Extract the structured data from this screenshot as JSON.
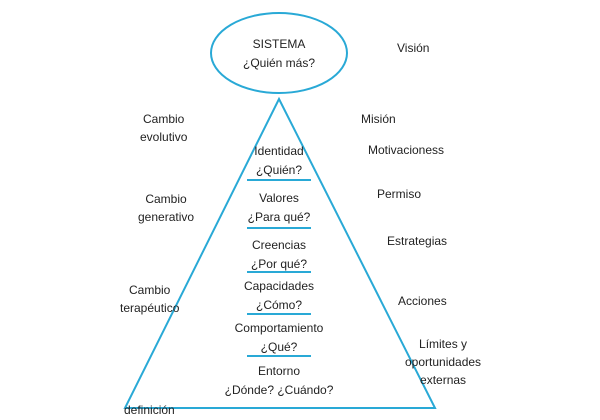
{
  "colors": {
    "outline": "#29a9d6",
    "text": "#222222",
    "background": "#ffffff"
  },
  "top_node": {
    "title": "SISTEMA",
    "question": "¿Quién más?"
  },
  "levels": [
    {
      "name": "Identidad",
      "question": "¿Quién?"
    },
    {
      "name": "Valores",
      "question": "¿Para qué?"
    },
    {
      "name": "Creencias",
      "question": "¿Por qué?"
    },
    {
      "name": "Capacidades",
      "question": "¿Cómo?"
    },
    {
      "name": "Comportamiento",
      "question": "¿Qué?"
    },
    {
      "name": "Entorno",
      "question": "¿Dónde? ¿Cuándo?"
    }
  ],
  "left_labels": {
    "evolutivo": {
      "line1": "Cambio",
      "line2": "evolutivo"
    },
    "generativo": {
      "line1": "Cambio",
      "line2": "generativo"
    },
    "terapeutico": {
      "line1": "Cambio",
      "line2": "terapéutico"
    },
    "definicion": "definición"
  },
  "right_labels": {
    "vision": "Visión",
    "mision": "Misión",
    "motivaciones": "Motivacioness",
    "permiso": "Permiso",
    "estrategias": "Estrategias",
    "acciones": "Acciones",
    "limites": {
      "line1": "Límites y",
      "line2": "oportunidades",
      "line3": "externas"
    }
  }
}
